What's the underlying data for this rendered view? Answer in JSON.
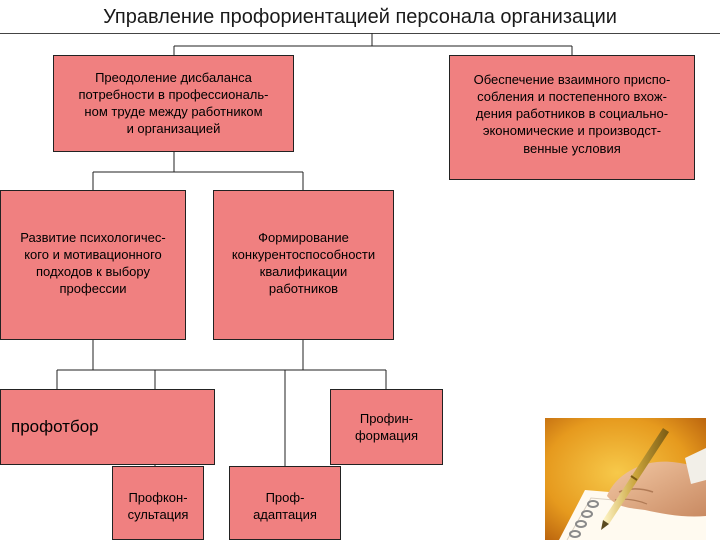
{
  "title": "Управление профориентацией персонала организации",
  "boxes": {
    "top_left": [
      "Преодоление дисбаланса",
      "потребности в профессиональ-",
      "ном труде между работником",
      "и организацией"
    ],
    "top_right": [
      "Обеспечение взаимного приспо-",
      "собления и постепенного вхож-",
      "дения работников в социально-",
      "экономические и производст-",
      "венные условия"
    ],
    "mid_left": [
      "Развитие психологичес-",
      "кого и мотивационного",
      "подходов к выбору",
      "профессии"
    ],
    "mid_right": [
      "Формирование",
      "конкурентоспособности",
      "квалификации",
      "работников"
    ],
    "prof_selection": [
      "профотбор"
    ],
    "prof_info": [
      "Профин-",
      "формация"
    ],
    "prof_consult": [
      "Профкон-",
      "сультация"
    ],
    "prof_adapt": [
      "Проф-",
      "адаптация"
    ]
  },
  "colors": {
    "box_fill": "#f08080",
    "box_border": "#222222",
    "line": "#222222"
  },
  "icons": {
    "photo": "hand-writing-with-pen-image"
  }
}
